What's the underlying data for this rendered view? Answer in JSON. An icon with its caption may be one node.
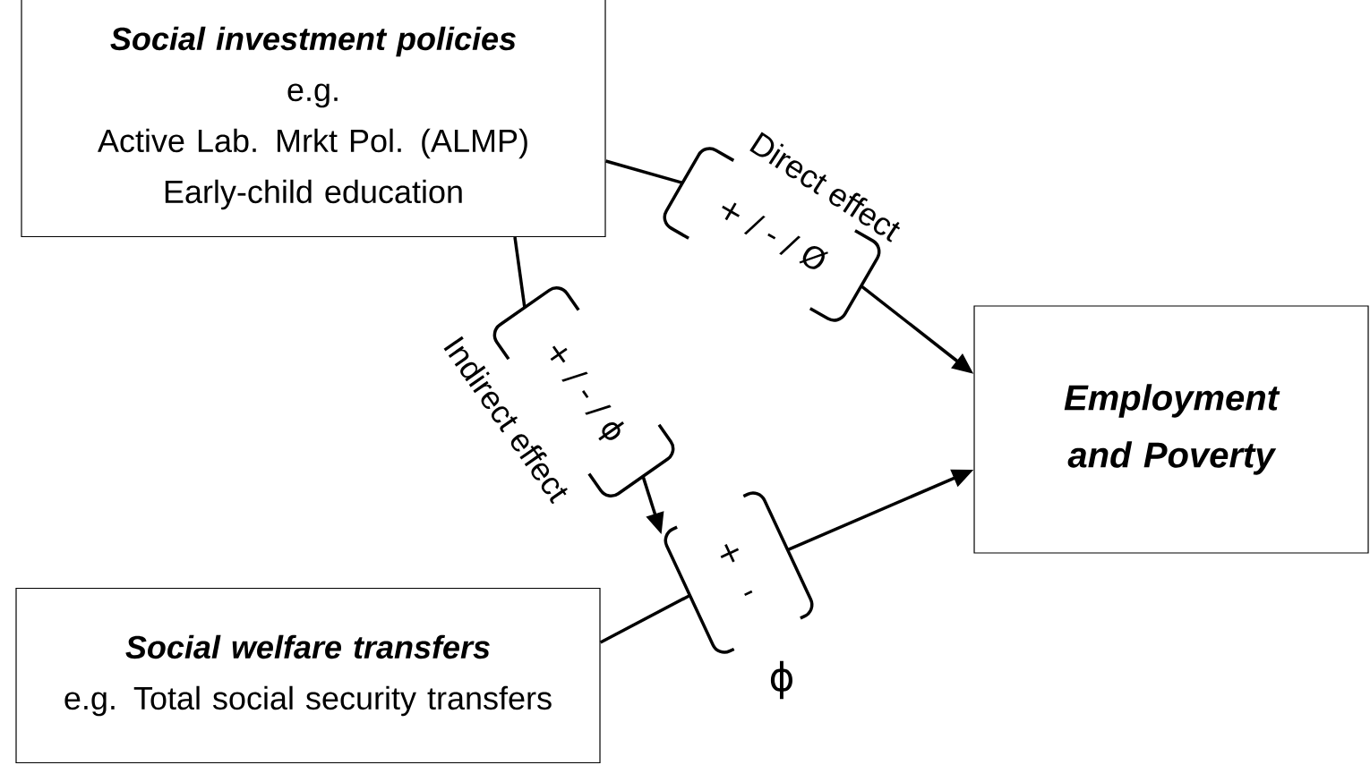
{
  "diagram": {
    "nodes": [
      {
        "text": [
          "Social investment policies",
          "e.g.",
          "Active Lab. Mrkt Pol. (ALMP)",
          "Early-child education"
        ]
      },
      {
        "text": [
          "Employment and Poverty"
        ]
      },
      {
        "text": [
          "Social welfare transfers",
          "e.g. Total social security transfers"
        ]
      },
      {
        "text": [
          "+ / - / Ø"
        ]
      },
      {
        "text": [
          "+ / - / ϕ"
        ]
      },
      {
        "text": [
          "+",
          "-"
        ],
        "beside": [
          "ϕ"
        ]
      }
    ],
    "edges": [
      {
        "from": 0,
        "to": 3,
        "arrow": "none"
      },
      {
        "from": 3,
        "to": 1,
        "arrow": "to"
      },
      {
        "from": 0,
        "to": 4,
        "arrow": "none"
      },
      {
        "from": 4,
        "to": 5,
        "arrow": "to"
      },
      {
        "from": 2,
        "to": 5,
        "arrow": "none"
      },
      {
        "from": 5,
        "to": 1,
        "arrow": "to"
      }
    ],
    "labels": [
      "Direct effect",
      "Indirect effect"
    ]
  }
}
